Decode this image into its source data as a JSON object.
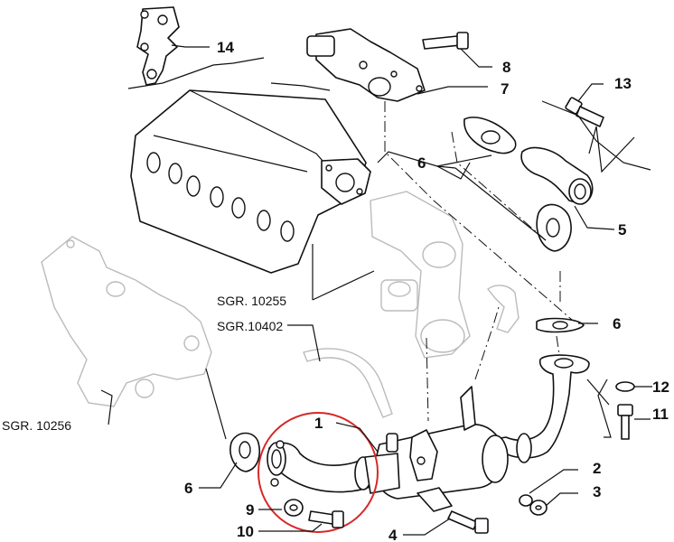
{
  "callouts": {
    "c1": "1",
    "c2": "2",
    "c3": "3",
    "c4": "4",
    "c5": "5",
    "c6a": "6",
    "c6b": "6",
    "c6c": "6",
    "c7": "7",
    "c8": "8",
    "c9": "9",
    "c10": "10",
    "c11": "11",
    "c12": "12",
    "c13": "13",
    "c14": "14"
  },
  "refs": {
    "sgr10255": "SGR. 10255",
    "sgr10402": "SGR.10402",
    "sgr10256": "SGR. 10256"
  },
  "colors": {
    "ink": "#111111",
    "highlight": "#d62828",
    "ghost": "#bbbbbb"
  }
}
